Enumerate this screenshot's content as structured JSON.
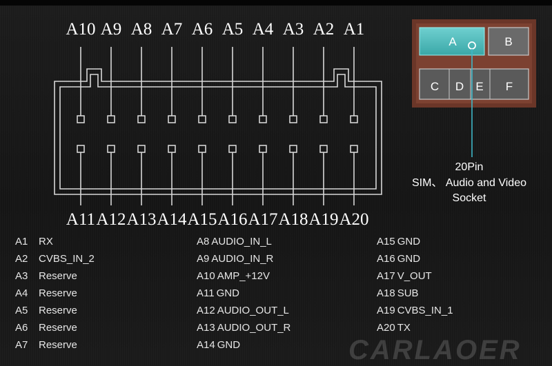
{
  "diagram": {
    "top_pins": [
      "A10",
      "A9",
      "A8",
      "A7",
      "A6",
      "A5",
      "A4",
      "A3",
      "A2",
      "A1"
    ],
    "bottom_pins": [
      "A11",
      "A12",
      "A13",
      "A14",
      "A15",
      "A16",
      "A17",
      "A18",
      "A19",
      "A20"
    ],
    "socket_labels": [
      "A",
      "B",
      "C",
      "D",
      "E",
      "F"
    ],
    "socket_caption": [
      "20Pin",
      "SIM、 Audio and Video",
      "Socket"
    ],
    "colors": {
      "background": "#181818",
      "socket_highlight": "#49b9b9",
      "socket_frame": "#6e3a2e",
      "pointer_line": "#3fb8c8"
    }
  },
  "legend": {
    "col1": [
      {
        "pin": "A1",
        "desc": "RX"
      },
      {
        "pin": "A2",
        "desc": "CVBS_IN_2"
      },
      {
        "pin": "A3",
        "desc": "Reserve"
      },
      {
        "pin": "A4",
        "desc": "Reserve"
      },
      {
        "pin": "A5",
        "desc": "Reserve"
      },
      {
        "pin": "A6",
        "desc": "Reserve"
      },
      {
        "pin": "A7",
        "desc": "Reserve"
      }
    ],
    "col2": [
      {
        "pin": "A8",
        "desc": "AUDIO_IN_L"
      },
      {
        "pin": "A9",
        "desc": "AUDIO_IN_R"
      },
      {
        "pin": "A10",
        "desc": "AMP_+12V"
      },
      {
        "pin": "A11",
        "desc": "GND"
      },
      {
        "pin": "A12",
        "desc": "AUDIO_OUT_L"
      },
      {
        "pin": "A13",
        "desc": "AUDIO_OUT_R"
      },
      {
        "pin": "A14",
        "desc": "GND"
      }
    ],
    "col3": [
      {
        "pin": "A15",
        "desc": "GND"
      },
      {
        "pin": "A16",
        "desc": "GND"
      },
      {
        "pin": "A17",
        "desc": "V_OUT"
      },
      {
        "pin": "A18",
        "desc": "SUB"
      },
      {
        "pin": "A19",
        "desc": "CVBS_IN_1"
      },
      {
        "pin": "A20",
        "desc": "TX"
      }
    ]
  },
  "watermark": "CARLAOER"
}
